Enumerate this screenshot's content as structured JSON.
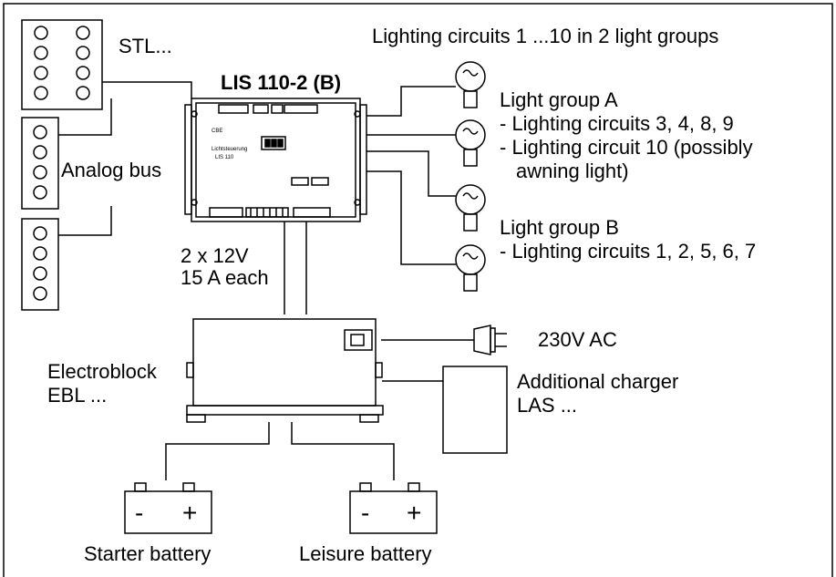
{
  "labels": {
    "stl": "STL...",
    "lighting_title": "Lighting circuits 1 ...10 in 2 light groups",
    "lis": "LIS 110-2 (B)",
    "analog_bus": "Analog bus",
    "group_a": "Light group A",
    "group_a_l1": "- Lighting circuits 3, 4, 8, 9",
    "group_a_l2": "- Lighting circuit 10 (possibly",
    "group_a_l3": "awning light)",
    "group_b": "Light group B",
    "group_b_l1": "- Lighting circuits 1, 2, 5, 6, 7",
    "supply_l1": "2 x 12V",
    "supply_l2": "15 A each",
    "ac": "230V AC",
    "ebl_l1": "Electroblock",
    "ebl_l2": "EBL ...",
    "charger_l1": "Additional charger",
    "charger_l2": "LAS ...",
    "starter": "Starter battery",
    "leisure": "Leisure battery",
    "minus": "-",
    "plus": "+"
  },
  "device_text": {
    "brand": "CBE",
    "model_l1": "Lichtsteuerung",
    "model_l2": "LIS 110"
  }
}
